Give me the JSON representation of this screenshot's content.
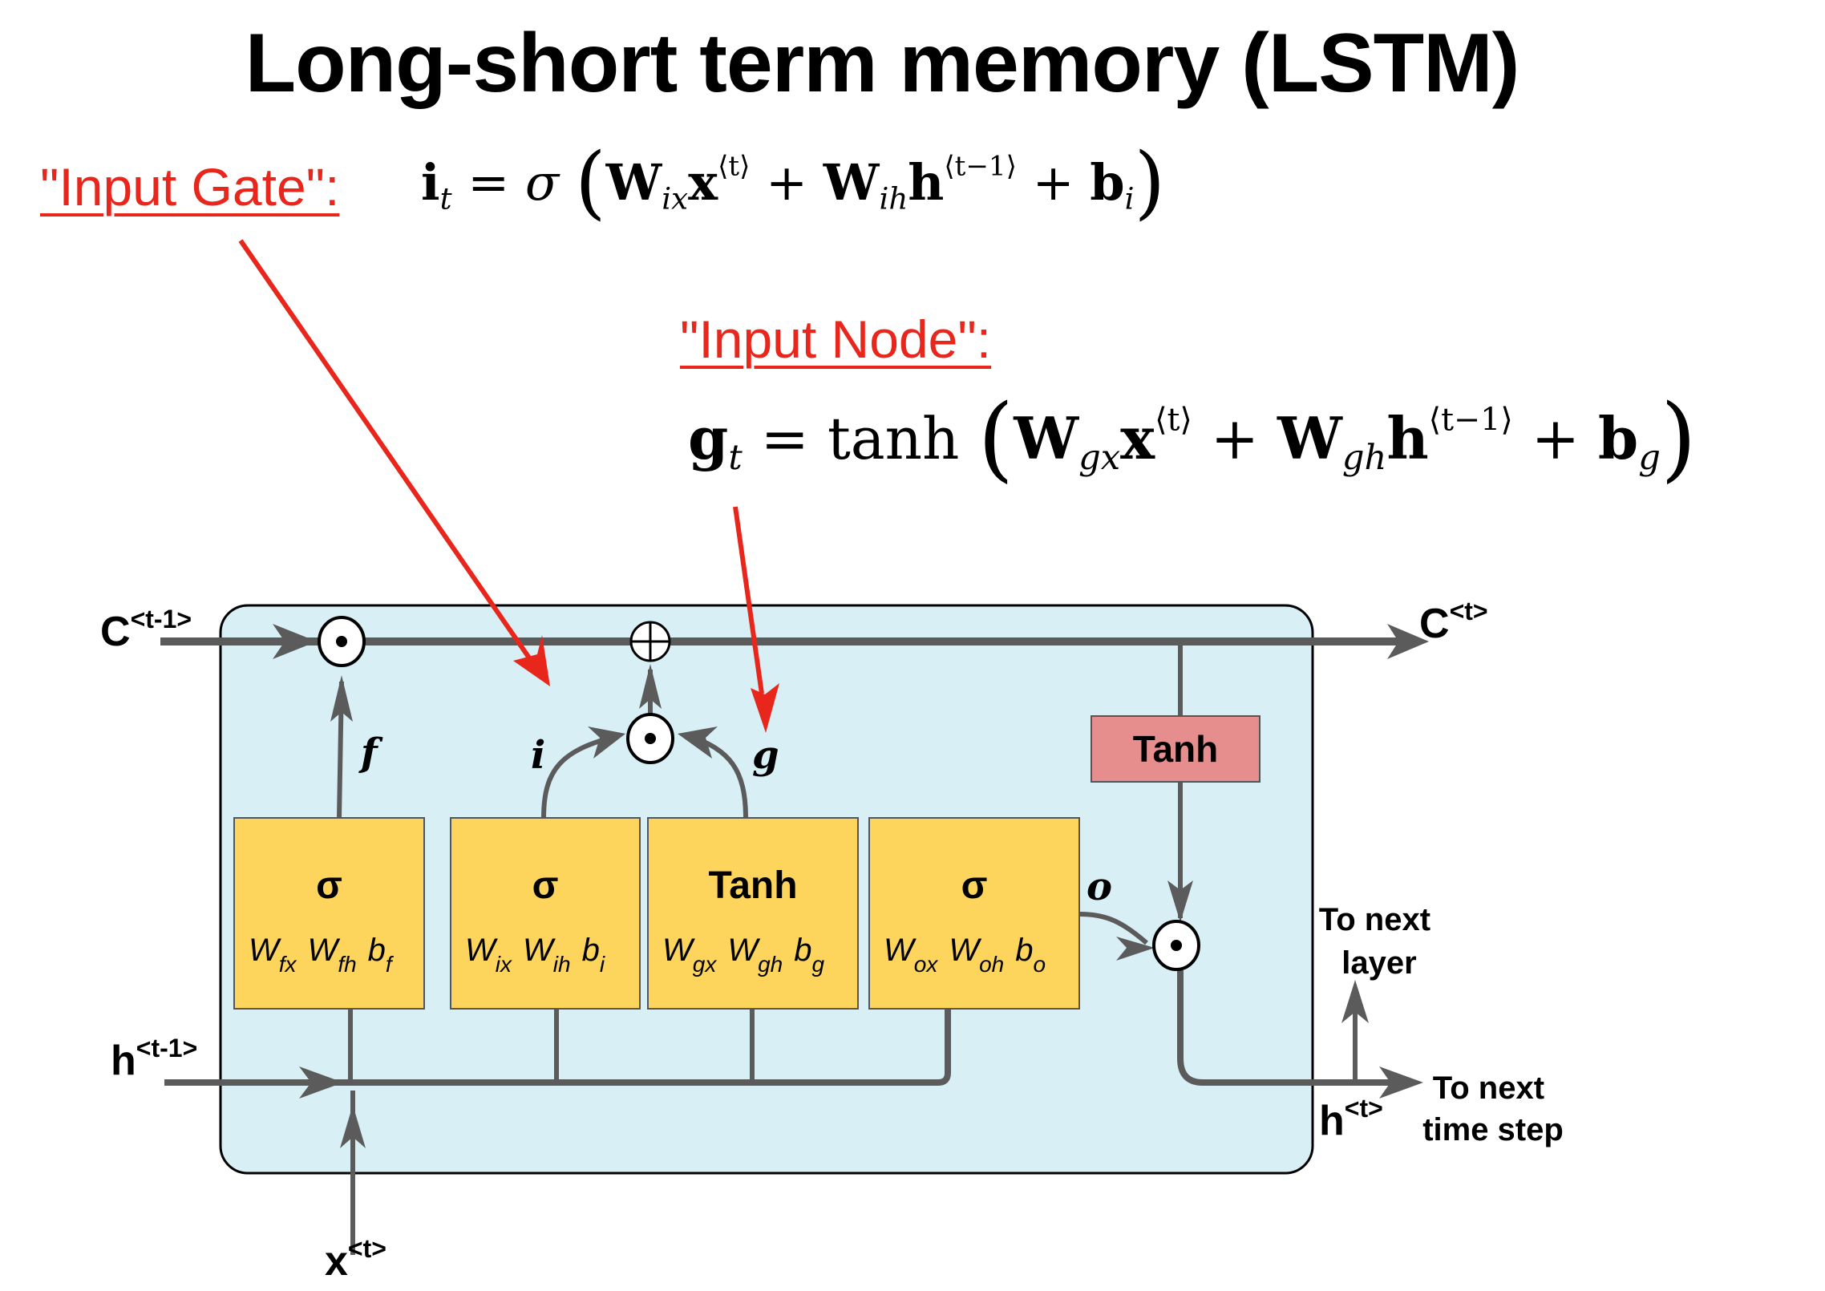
{
  "title": "Long-short term memory (LSTM)",
  "annotations": {
    "input_gate": {
      "label": "\"Input Gate\":",
      "equation": {
        "lhs": "i",
        "lhs_sub": "t",
        "func": "σ",
        "w1": "W",
        "w1_sub": "ix",
        "x": "x",
        "x_sup": "⟨t⟩",
        "w2": "W",
        "w2_sub": "ih",
        "h": "h",
        "h_sup": "⟨t−1⟩",
        "b": "b",
        "b_sub": "i"
      }
    },
    "input_node": {
      "label": "\"Input Node\":",
      "equation": {
        "lhs": "g",
        "lhs_sub": "t",
        "func": "tanh",
        "w1": "W",
        "w1_sub": "gx",
        "x": "x",
        "x_sup": "⟨t⟩",
        "w2": "W",
        "w2_sub": "gh",
        "h": "h",
        "h_sup": "⟨t−1⟩",
        "b": "b",
        "b_sub": "g"
      }
    },
    "arrow_color": "#e8261b"
  },
  "diagram": {
    "inputs": {
      "c_prev": {
        "base": "C",
        "sup": "<t-1>"
      },
      "h_prev": {
        "base": "h",
        "sup": "<t-1>"
      },
      "x_t": {
        "base": "x",
        "sup": "<t>"
      }
    },
    "outputs": {
      "c_t": {
        "base": "C",
        "sup": "<t>"
      },
      "h_t": {
        "base": "h",
        "sup": "<t>"
      },
      "to_next_layer": [
        "To next",
        "layer"
      ],
      "to_next_time_step": [
        "To next",
        "time step"
      ]
    },
    "signal_labels": {
      "f": "f",
      "i": "i",
      "g": "g",
      "o": "o"
    },
    "gates": [
      {
        "title": "σ",
        "params": [
          {
            "b": "W",
            "s": "fx"
          },
          {
            "b": "W",
            "s": "fh"
          },
          {
            "b": "b",
            "s": "f"
          }
        ]
      },
      {
        "title": "σ",
        "params": [
          {
            "b": "W",
            "s": "ix"
          },
          {
            "b": "W",
            "s": "ih"
          },
          {
            "b": "b",
            "s": "i"
          }
        ]
      },
      {
        "title": "Tanh",
        "params": [
          {
            "b": "W",
            "s": "gx"
          },
          {
            "b": "W",
            "s": "gh"
          },
          {
            "b": "b",
            "s": "g"
          }
        ]
      },
      {
        "title": "σ",
        "params": [
          {
            "b": "W",
            "s": "ox"
          },
          {
            "b": "W",
            "s": "oh"
          },
          {
            "b": "b",
            "s": "o"
          }
        ]
      }
    ],
    "cell_tanh": "Tanh",
    "colors": {
      "cell_bg": "#d8eff5",
      "gate_fill": "#fdd45c",
      "tanh_fill": "#e68d8d",
      "wire": "#5b5b5b"
    }
  }
}
